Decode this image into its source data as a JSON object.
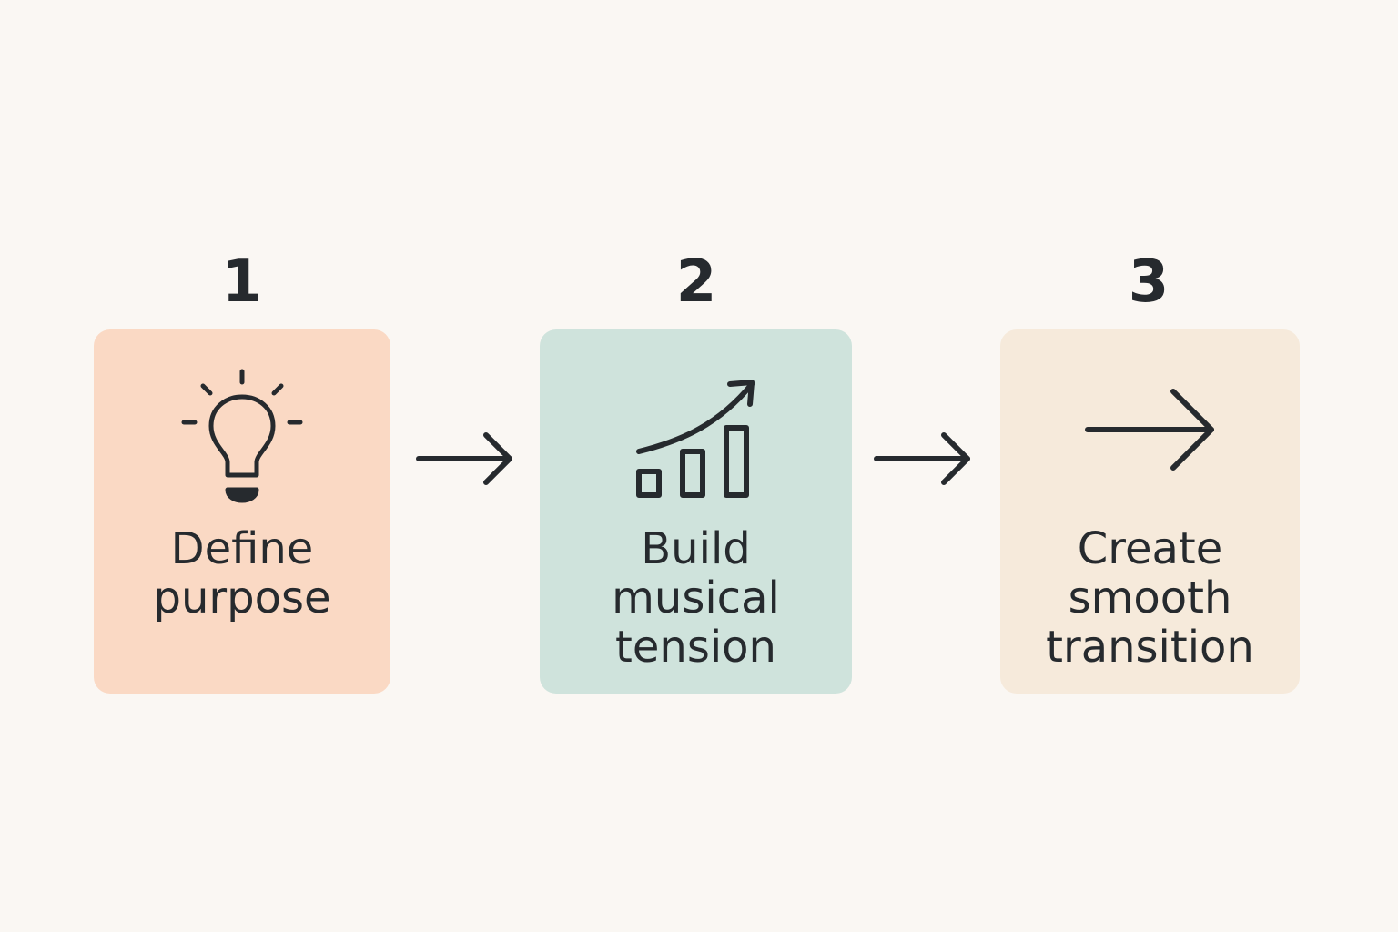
{
  "steps": [
    {
      "number": "1",
      "label_lines": [
        "Define",
        "purpose"
      ],
      "icon": "lightbulb-icon",
      "color": "#fad9c4"
    },
    {
      "number": "2",
      "label_lines": [
        "Build",
        "musical",
        "tension"
      ],
      "icon": "rising-bar-chart-icon",
      "color": "#cfe3dc"
    },
    {
      "number": "3",
      "label_lines": [
        "Create",
        "smooth",
        "transition"
      ],
      "icon": "arrow-right-icon",
      "color": "#f6eadb"
    }
  ],
  "connectors": [
    "arrow-right-icon",
    "arrow-right-icon"
  ]
}
